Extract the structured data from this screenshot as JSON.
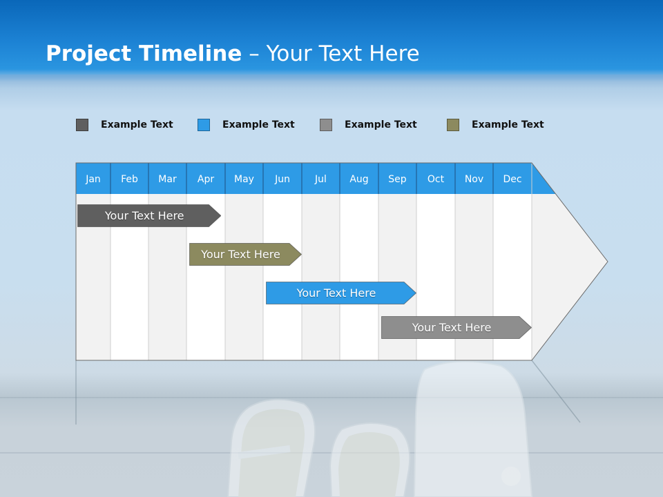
{
  "slide": {
    "title_bold": "Project Timeline",
    "title_rest": " – Your Text Here"
  },
  "legend": [
    {
      "label": "Example Text",
      "color": "#5f5f5f"
    },
    {
      "label": "Example Text",
      "color": "#2e9be6"
    },
    {
      "label": "Example Text",
      "color": "#8e8e8e"
    },
    {
      "label": "Example Text",
      "color": "#8c8a5f"
    }
  ],
  "timeline": {
    "months": [
      "Jan",
      "Feb",
      "Mar",
      "Apr",
      "May",
      "Jun",
      "Jul",
      "Aug",
      "Sep",
      "Oct",
      "Nov",
      "Dec"
    ],
    "header_color": "#2e9be6",
    "tasks": [
      {
        "label": "Your  Text Here",
        "start": 0,
        "end": 3.9,
        "color": "#5f5f5f"
      },
      {
        "label": "Your  Text Here",
        "start": 3,
        "end": 6,
        "color": "#8c8a5f"
      },
      {
        "label": "Your  Text Here",
        "start": 5,
        "end": 9,
        "color": "#2e9be6"
      },
      {
        "label": "Your  Text Here",
        "start": 8,
        "end": 12,
        "color": "#8e8e8e"
      }
    ]
  }
}
